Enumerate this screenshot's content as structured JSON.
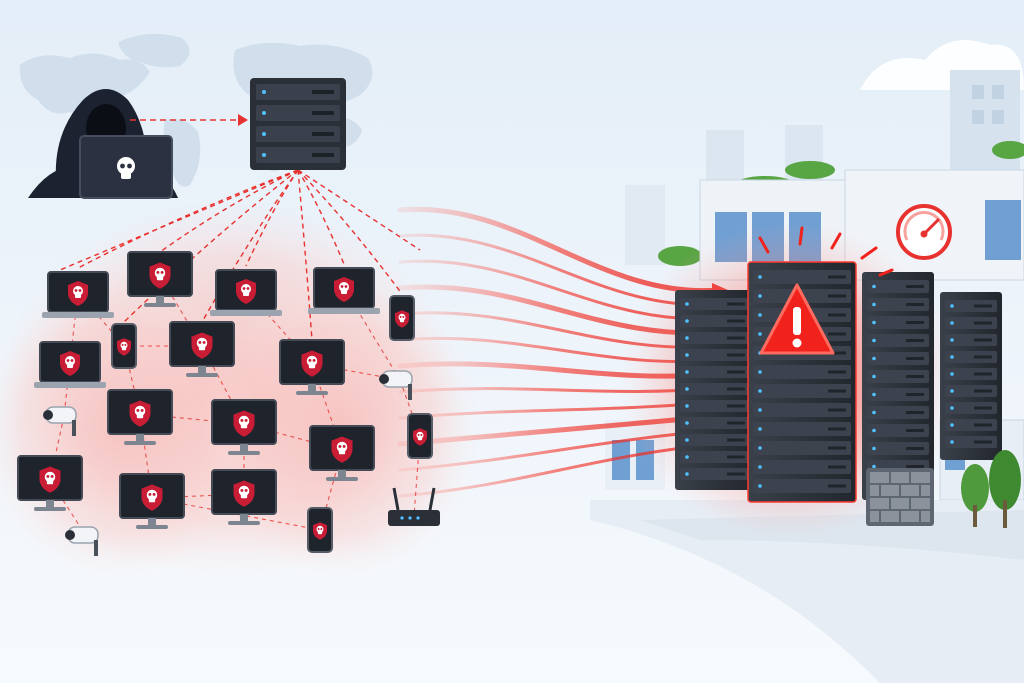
{
  "scene": {
    "type": "botnet-ddos-illustration",
    "colors": {
      "sky": "#e9f1f9",
      "attack_red": "#e8322f",
      "glow_red": "#f4a3a0",
      "server_dark": "#2b3038",
      "shield_red": "#c81d34",
      "skull": "#ffffff",
      "hacker": "#1c2230",
      "map": "#c8d8e8",
      "building": "#dfe7ef",
      "window_blue": "#5a8fc8",
      "tree": "#4f9a3c"
    },
    "icons": {
      "attacker": "hacker-icon",
      "controller": "command-server-icon",
      "bot_marker": "skull-shield-icon",
      "target_alert": "warning-triangle-icon",
      "overload": "speedometer-icon",
      "firewall": "firewall-icon"
    },
    "bots": [
      {
        "kind": "laptop"
      },
      {
        "kind": "monitor"
      },
      {
        "kind": "laptop"
      },
      {
        "kind": "laptop"
      },
      {
        "kind": "phone"
      },
      {
        "kind": "laptop"
      },
      {
        "kind": "phone"
      },
      {
        "kind": "monitor"
      },
      {
        "kind": "monitor"
      },
      {
        "kind": "camera"
      },
      {
        "kind": "camera"
      },
      {
        "kind": "monitor"
      },
      {
        "kind": "monitor"
      },
      {
        "kind": "phone"
      },
      {
        "kind": "monitor"
      },
      {
        "kind": "monitor"
      },
      {
        "kind": "monitor"
      },
      {
        "kind": "monitor"
      },
      {
        "kind": "camera"
      },
      {
        "kind": "phone"
      },
      {
        "kind": "router"
      }
    ],
    "attack_stream_count": 12
  }
}
